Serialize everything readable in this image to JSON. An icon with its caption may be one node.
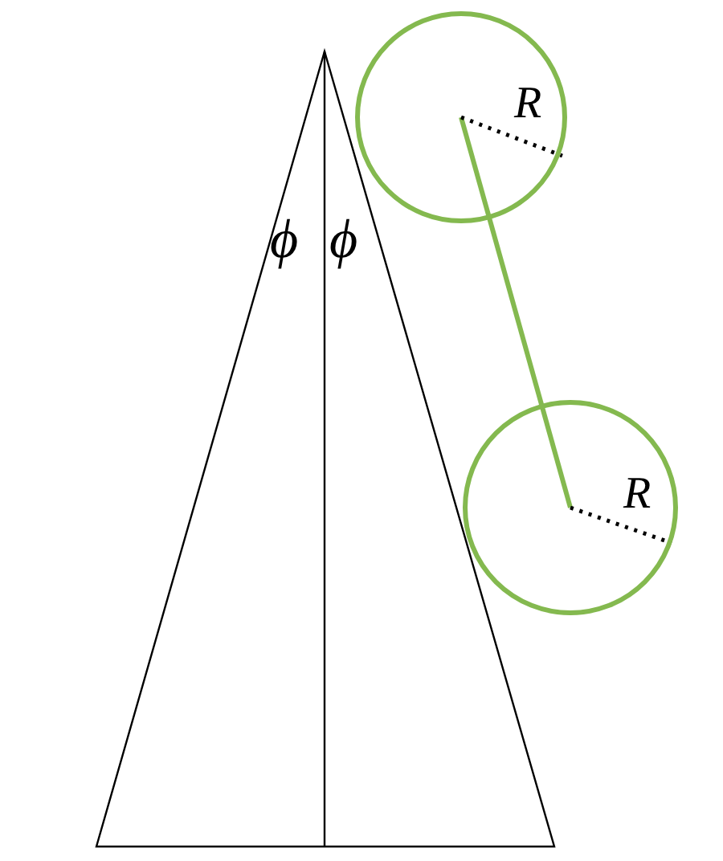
{
  "diagram": {
    "nodes": [
      {
        "text": [
          "R"
        ]
      },
      {
        "text": [
          "R"
        ]
      }
    ],
    "edges": [
      {
        "from": 0,
        "to": 1,
        "arrow": "none"
      }
    ],
    "labels": [
      "ϕ",
      "ϕ"
    ]
  }
}
